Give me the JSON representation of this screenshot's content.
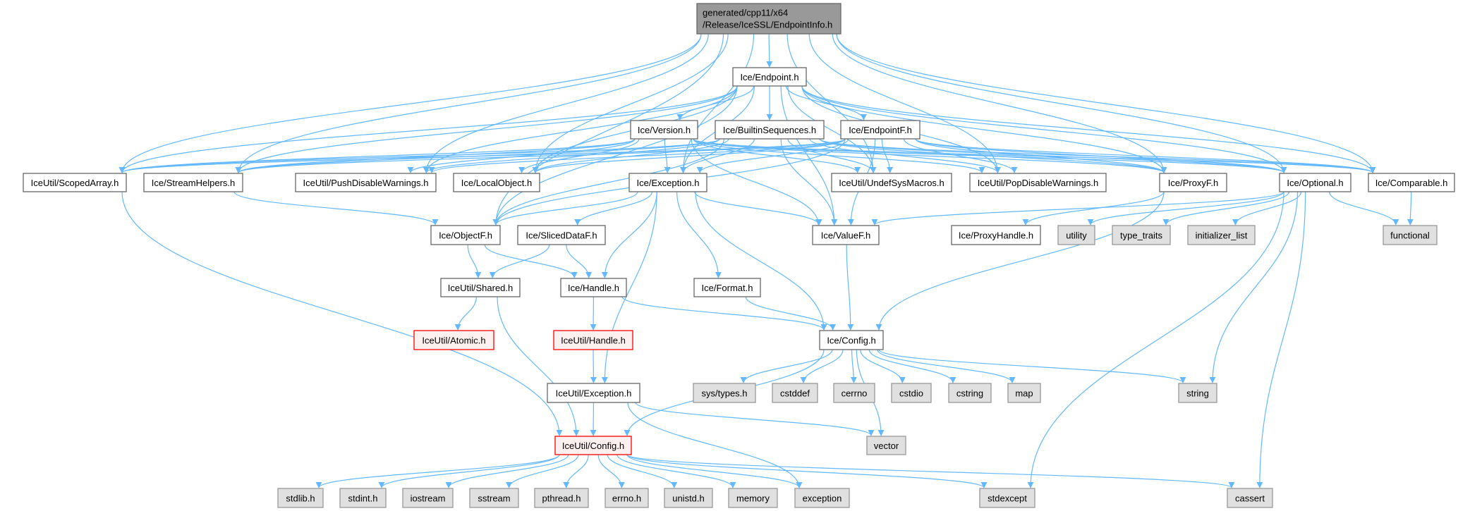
{
  "graph": {
    "title": "Include dependency graph for EndpointInfo.h",
    "colors": {
      "edge": "#63b8ff",
      "root_fill": "#999999",
      "external_fill": "#e0e0e0",
      "missing_border": "#ff0000",
      "missing_fill": "#fff0f0"
    },
    "nodes": [
      {
        "id": "root",
        "lines": [
          "generated/cpp11/x64",
          "/Release/IceSSL/EndpointInfo.h"
        ],
        "kind": "root"
      },
      {
        "id": "endpoint",
        "label": "Ice/Endpoint.h",
        "kind": "normal"
      },
      {
        "id": "version",
        "label": "Ice/Version.h",
        "kind": "normal"
      },
      {
        "id": "builtin",
        "label": "Ice/BuiltinSequences.h",
        "kind": "normal"
      },
      {
        "id": "endpointf",
        "label": "Ice/EndpointF.h",
        "kind": "normal"
      },
      {
        "id": "scopedarray",
        "label": "IceUtil/ScopedArray.h",
        "kind": "normal"
      },
      {
        "id": "streamhelpers",
        "label": "Ice/StreamHelpers.h",
        "kind": "normal"
      },
      {
        "id": "pushdisable",
        "label": "IceUtil/PushDisableWarnings.h",
        "kind": "normal"
      },
      {
        "id": "localobject",
        "label": "Ice/LocalObject.h",
        "kind": "normal"
      },
      {
        "id": "exception",
        "label": "Ice/Exception.h",
        "kind": "normal"
      },
      {
        "id": "undefsys",
        "label": "IceUtil/UndefSysMacros.h",
        "kind": "normal"
      },
      {
        "id": "popdisable",
        "label": "IceUtil/PopDisableWarnings.h",
        "kind": "normal"
      },
      {
        "id": "proxyf",
        "label": "Ice/ProxyF.h",
        "kind": "normal"
      },
      {
        "id": "optional",
        "label": "Ice/Optional.h",
        "kind": "normal"
      },
      {
        "id": "comparable",
        "label": "Ice/Comparable.h",
        "kind": "normal"
      },
      {
        "id": "objectf",
        "label": "Ice/ObjectF.h",
        "kind": "normal"
      },
      {
        "id": "sliceddataf",
        "label": "Ice/SlicedDataF.h",
        "kind": "normal"
      },
      {
        "id": "valuef",
        "label": "Ice/ValueF.h",
        "kind": "normal"
      },
      {
        "id": "proxyhandle",
        "label": "Ice/ProxyHandle.h",
        "kind": "normal"
      },
      {
        "id": "utility",
        "label": "utility",
        "kind": "external"
      },
      {
        "id": "type_traits",
        "label": "type_traits",
        "kind": "external"
      },
      {
        "id": "initializer_list",
        "label": "initializer_list",
        "kind": "external"
      },
      {
        "id": "functional",
        "label": "functional",
        "kind": "external"
      },
      {
        "id": "shared",
        "label": "IceUtil/Shared.h",
        "kind": "normal"
      },
      {
        "id": "handle",
        "label": "Ice/Handle.h",
        "kind": "normal"
      },
      {
        "id": "format",
        "label": "Ice/Format.h",
        "kind": "normal"
      },
      {
        "id": "atomic",
        "label": "IceUtil/Atomic.h",
        "kind": "missing"
      },
      {
        "id": "uhandle",
        "label": "IceUtil/Handle.h",
        "kind": "missing"
      },
      {
        "id": "config",
        "label": "Ice/Config.h",
        "kind": "normal"
      },
      {
        "id": "uexception",
        "label": "IceUtil/Exception.h",
        "kind": "normal"
      },
      {
        "id": "systypes",
        "label": "sys/types.h",
        "kind": "external"
      },
      {
        "id": "cstddef",
        "label": "cstddef",
        "kind": "external"
      },
      {
        "id": "cerrno",
        "label": "cerrno",
        "kind": "external"
      },
      {
        "id": "cstdio",
        "label": "cstdio",
        "kind": "external"
      },
      {
        "id": "cstring",
        "label": "cstring",
        "kind": "external"
      },
      {
        "id": "map",
        "label": "map",
        "kind": "external"
      },
      {
        "id": "string",
        "label": "string",
        "kind": "external"
      },
      {
        "id": "vector",
        "label": "vector",
        "kind": "external"
      },
      {
        "id": "uconfig",
        "label": "IceUtil/Config.h",
        "kind": "missing"
      },
      {
        "id": "stdlib",
        "label": "stdlib.h",
        "kind": "external"
      },
      {
        "id": "stdint",
        "label": "stdint.h",
        "kind": "external"
      },
      {
        "id": "iostream",
        "label": "iostream",
        "kind": "external"
      },
      {
        "id": "sstream",
        "label": "sstream",
        "kind": "external"
      },
      {
        "id": "pthread",
        "label": "pthread.h",
        "kind": "external"
      },
      {
        "id": "errno",
        "label": "errno.h",
        "kind": "external"
      },
      {
        "id": "unistd",
        "label": "unistd.h",
        "kind": "external"
      },
      {
        "id": "memory",
        "label": "memory",
        "kind": "external"
      },
      {
        "id": "stdexception",
        "label": "exception",
        "kind": "external"
      },
      {
        "id": "stdexcept",
        "label": "stdexcept",
        "kind": "external"
      },
      {
        "id": "cassert",
        "label": "cassert",
        "kind": "external"
      }
    ],
    "edges": [
      [
        "root",
        "endpoint"
      ],
      [
        "root",
        "scopedarray"
      ],
      [
        "root",
        "streamhelpers"
      ],
      [
        "root",
        "pushdisable"
      ],
      [
        "root",
        "localobject"
      ],
      [
        "root",
        "exception"
      ],
      [
        "root",
        "undefsys"
      ],
      [
        "root",
        "popdisable"
      ],
      [
        "root",
        "proxyf"
      ],
      [
        "root",
        "optional"
      ],
      [
        "root",
        "comparable"
      ],
      [
        "root",
        "objectf"
      ],
      [
        "endpoint",
        "version"
      ],
      [
        "endpoint",
        "builtin"
      ],
      [
        "endpoint",
        "endpointf"
      ],
      [
        "endpoint",
        "scopedarray"
      ],
      [
        "endpoint",
        "streamhelpers"
      ],
      [
        "endpoint",
        "pushdisable"
      ],
      [
        "endpoint",
        "localobject"
      ],
      [
        "endpoint",
        "exception"
      ],
      [
        "endpoint",
        "undefsys"
      ],
      [
        "endpoint",
        "popdisable"
      ],
      [
        "endpoint",
        "proxyf"
      ],
      [
        "endpoint",
        "optional"
      ],
      [
        "endpoint",
        "comparable"
      ],
      [
        "endpoint",
        "objectf"
      ],
      [
        "endpoint",
        "valuef"
      ],
      [
        "version",
        "scopedarray"
      ],
      [
        "version",
        "streamhelpers"
      ],
      [
        "version",
        "pushdisable"
      ],
      [
        "version",
        "localobject"
      ],
      [
        "version",
        "exception"
      ],
      [
        "version",
        "undefsys"
      ],
      [
        "version",
        "popdisable"
      ],
      [
        "version",
        "proxyf"
      ],
      [
        "version",
        "optional"
      ],
      [
        "version",
        "comparable"
      ],
      [
        "version",
        "valuef"
      ],
      [
        "builtin",
        "scopedarray"
      ],
      [
        "builtin",
        "streamhelpers"
      ],
      [
        "builtin",
        "pushdisable"
      ],
      [
        "builtin",
        "localobject"
      ],
      [
        "builtin",
        "exception"
      ],
      [
        "builtin",
        "undefsys"
      ],
      [
        "builtin",
        "popdisable"
      ],
      [
        "builtin",
        "proxyf"
      ],
      [
        "builtin",
        "optional"
      ],
      [
        "builtin",
        "comparable"
      ],
      [
        "builtin",
        "valuef"
      ],
      [
        "builtin",
        "objectf"
      ],
      [
        "endpointf",
        "scopedarray"
      ],
      [
        "endpointf",
        "streamhelpers"
      ],
      [
        "endpointf",
        "pushdisable"
      ],
      [
        "endpointf",
        "localobject"
      ],
      [
        "endpointf",
        "exception"
      ],
      [
        "endpointf",
        "undefsys"
      ],
      [
        "endpointf",
        "popdisable"
      ],
      [
        "endpointf",
        "proxyf"
      ],
      [
        "endpointf",
        "optional"
      ],
      [
        "endpointf",
        "comparable"
      ],
      [
        "endpointf",
        "valuef"
      ],
      [
        "endpointf",
        "objectf"
      ],
      [
        "scopedarray",
        "uconfig"
      ],
      [
        "streamhelpers",
        "objectf"
      ],
      [
        "exception",
        "objectf"
      ],
      [
        "exception",
        "sliceddataf"
      ],
      [
        "exception",
        "handle"
      ],
      [
        "exception",
        "format"
      ],
      [
        "exception",
        "valuef"
      ],
      [
        "exception",
        "config"
      ],
      [
        "exception",
        "uexception"
      ],
      [
        "objectf",
        "shared"
      ],
      [
        "objectf",
        "handle"
      ],
      [
        "sliceddataf",
        "shared"
      ],
      [
        "sliceddataf",
        "handle"
      ],
      [
        "valuef",
        "config"
      ],
      [
        "proxyf",
        "proxyhandle"
      ],
      [
        "proxyf",
        "config"
      ],
      [
        "optional",
        "utility"
      ],
      [
        "optional",
        "type_traits"
      ],
      [
        "optional",
        "initializer_list"
      ],
      [
        "optional",
        "functional"
      ],
      [
        "optional",
        "string"
      ],
      [
        "optional",
        "stdexcept"
      ],
      [
        "optional",
        "cassert"
      ],
      [
        "optional",
        "valuef"
      ],
      [
        "comparable",
        "functional"
      ],
      [
        "shared",
        "atomic"
      ],
      [
        "shared",
        "uconfig"
      ],
      [
        "handle",
        "uhandle"
      ],
      [
        "handle",
        "config"
      ],
      [
        "format",
        "config"
      ],
      [
        "uhandle",
        "uexception"
      ],
      [
        "uexception",
        "uconfig"
      ],
      [
        "uexception",
        "vector"
      ],
      [
        "uexception",
        "stdexception"
      ],
      [
        "config",
        "systypes"
      ],
      [
        "config",
        "cstddef"
      ],
      [
        "config",
        "cerrno"
      ],
      [
        "config",
        "cstdio"
      ],
      [
        "config",
        "cstring"
      ],
      [
        "config",
        "map"
      ],
      [
        "config",
        "string"
      ],
      [
        "config",
        "vector"
      ],
      [
        "config",
        "uconfig"
      ],
      [
        "uconfig",
        "stdlib"
      ],
      [
        "uconfig",
        "stdint"
      ],
      [
        "uconfig",
        "iostream"
      ],
      [
        "uconfig",
        "sstream"
      ],
      [
        "uconfig",
        "pthread"
      ],
      [
        "uconfig",
        "errno"
      ],
      [
        "uconfig",
        "unistd"
      ],
      [
        "uconfig",
        "memory"
      ],
      [
        "uconfig",
        "stdexception"
      ],
      [
        "uconfig",
        "stdexcept"
      ],
      [
        "uconfig",
        "cassert"
      ]
    ]
  }
}
